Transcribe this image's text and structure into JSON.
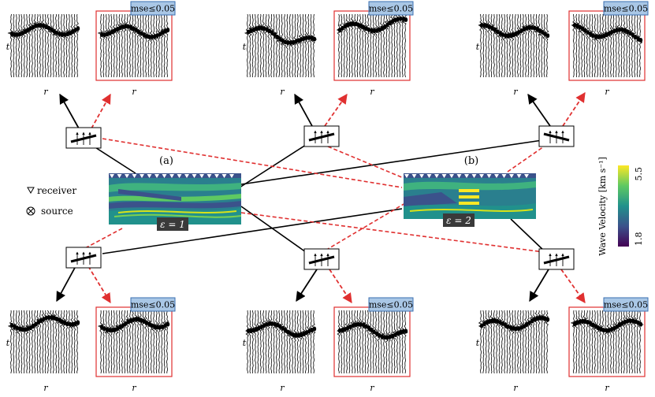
{
  "labels": {
    "panel_a": "(a)",
    "panel_b": "(b)",
    "receiver": "receiver",
    "source": "source",
    "axis_t": "t",
    "axis_r": "r",
    "mse": "mse≤0.05",
    "eps_a": "ε = 1",
    "eps_b": "ε = 2"
  },
  "colorbar": {
    "label": "Wave Velocity [km s⁻¹]",
    "max": "5.5",
    "min": "1.8",
    "colors": [
      "#440154",
      "#3b528b",
      "#21918c",
      "#5ec962",
      "#fde725"
    ]
  },
  "colors": {
    "accent_red": "#e03030",
    "mse_fill": "#a9c7e6",
    "mse_border": "#3a6fb0",
    "line_black": "#000000"
  }
}
